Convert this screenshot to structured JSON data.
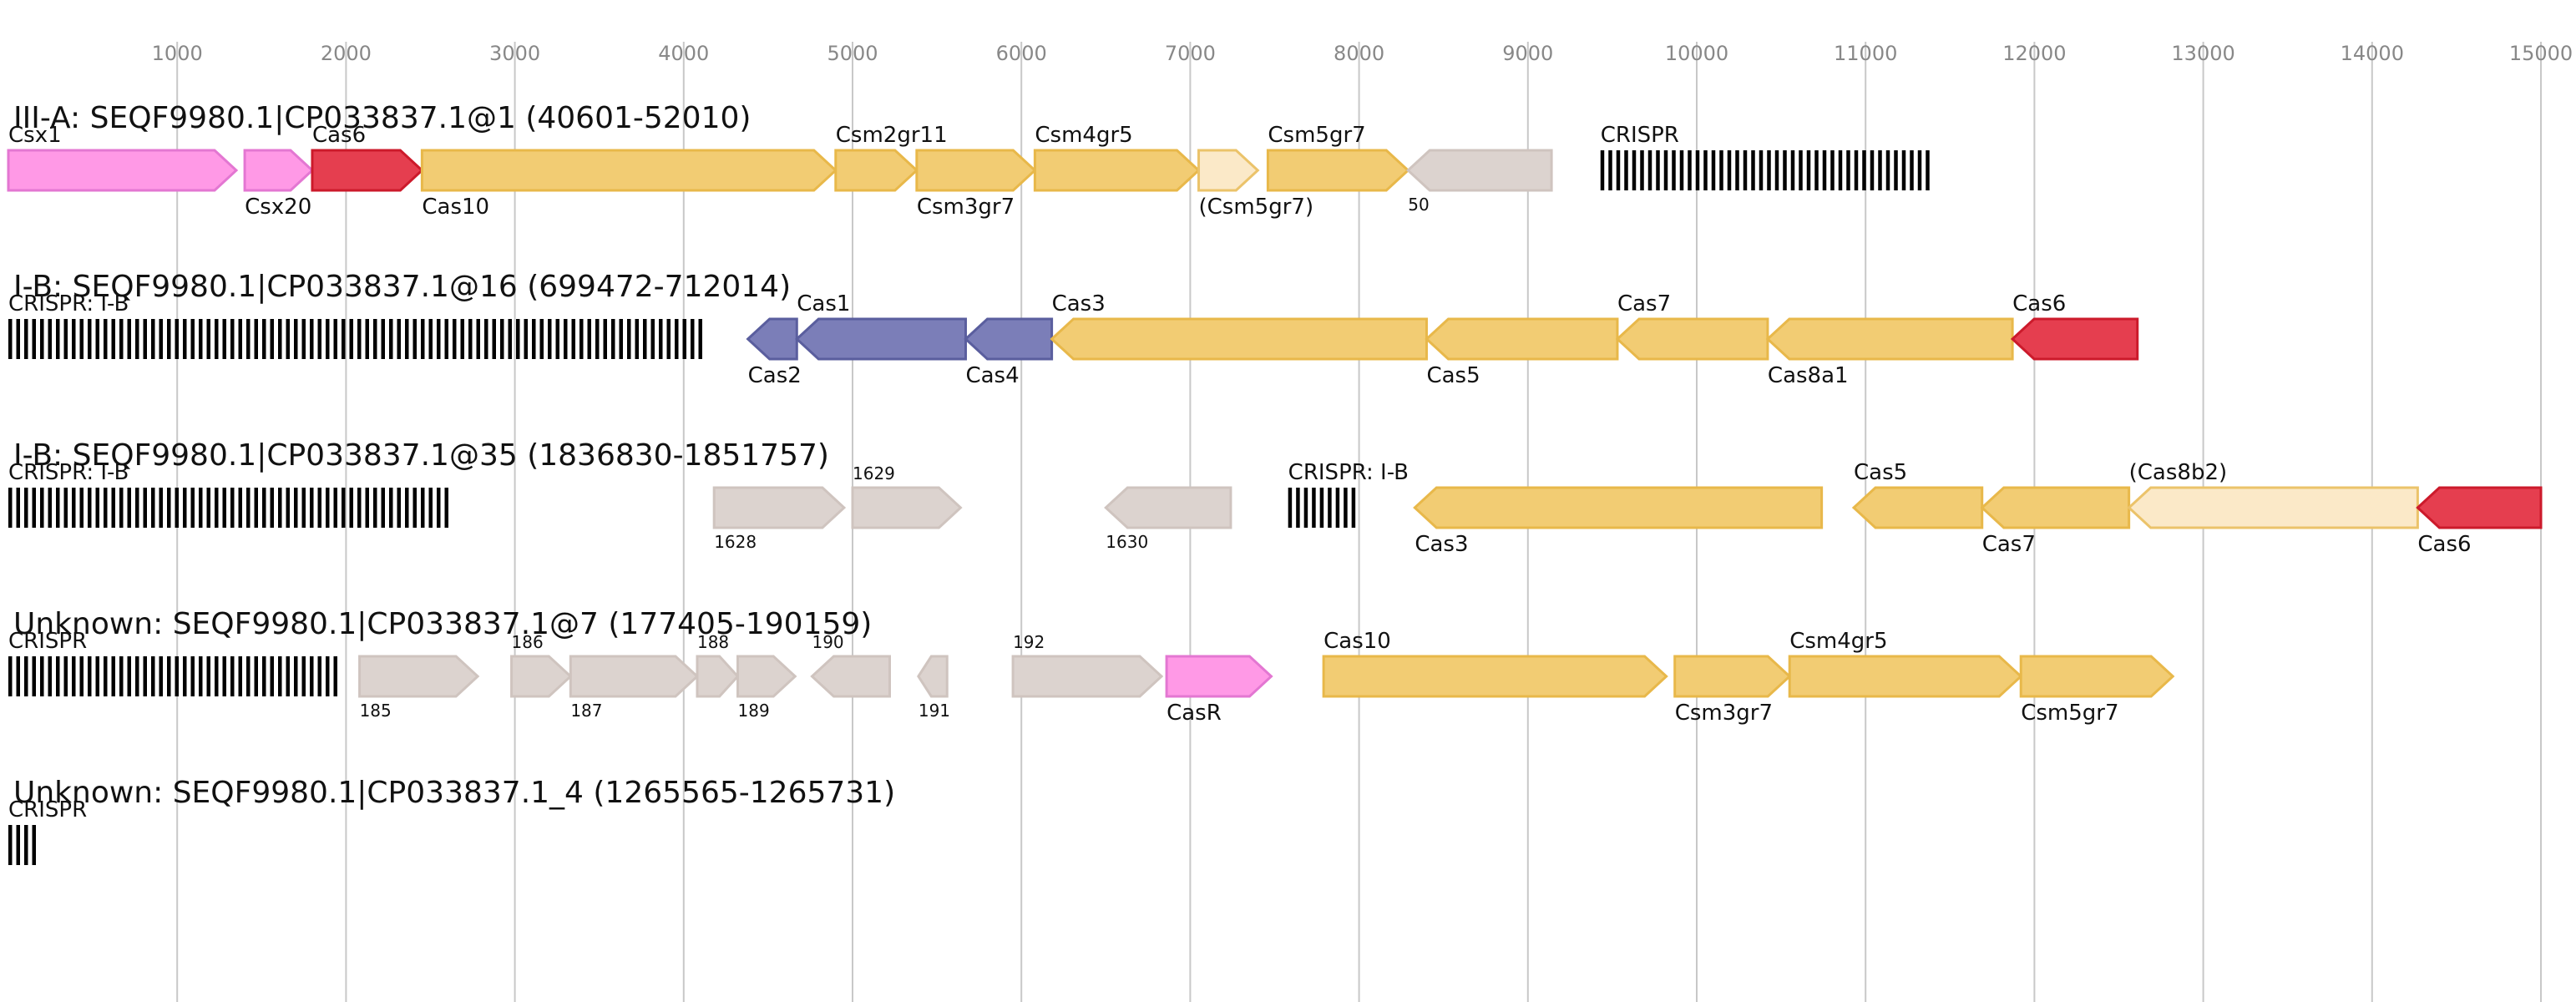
{
  "axis": {
    "ticks": [
      "1000",
      "2000",
      "3000",
      "4000",
      "5000",
      "6000",
      "7000",
      "8000",
      "9000",
      "10000",
      "11000",
      "12000",
      "13000",
      "14000",
      "15000"
    ],
    "colors": {
      "grid": "#c8c8c8",
      "tick_text": "#888888"
    }
  },
  "colors": {
    "pink": "#ff99e6",
    "pink_stroke": "#e377d2",
    "red": "#e53e4f",
    "red_stroke": "#cc1a2b",
    "gold": "#f2cc73",
    "gold_stroke": "#e8b84a",
    "gold_light": "#fbe9c8",
    "gold_light_stroke": "#ebc36a",
    "blue": "#7b7eb8",
    "blue_stroke": "#5a5e9e",
    "gray": "#dcd3cf",
    "gray_stroke": "#cfc4bf",
    "crispr": "#000000"
  },
  "tracks": [
    {
      "title": "III-A: SEQF9980.1|CP033837.1@1 (40601-52010)",
      "features": [
        {
          "label": "Csx1",
          "color": "pink",
          "strand": 1,
          "start": 0,
          "end": 1350
        },
        {
          "label": "Csx20",
          "color": "pink",
          "strand": 1,
          "start": 1400,
          "end": 1800
        },
        {
          "label": "Cas6",
          "color": "red",
          "strand": 1,
          "start": 1800,
          "end": 2450
        },
        {
          "label": "Cas10",
          "color": "gold",
          "strand": 1,
          "start": 2450,
          "end": 4900
        },
        {
          "label": "Csm2gr11",
          "color": "gold",
          "strand": 1,
          "start": 4900,
          "end": 5380
        },
        {
          "label": "Csm3gr7",
          "color": "gold",
          "strand": 1,
          "start": 5380,
          "end": 6080
        },
        {
          "label": "Csm4gr5",
          "color": "gold",
          "strand": 1,
          "start": 6080,
          "end": 7050
        },
        {
          "label": "(Csm5gr7)",
          "color": "gold_light",
          "strand": 1,
          "start": 7050,
          "end": 7400
        },
        {
          "label": "Csm5gr7",
          "color": "gold",
          "strand": 1,
          "start": 7460,
          "end": 8290
        },
        {
          "label": "50",
          "color": "gray",
          "strand": -1,
          "start": 8290,
          "end": 9140
        },
        {
          "label": "CRISPR",
          "type": "crispr",
          "start": 9430,
          "end": 11420
        }
      ]
    },
    {
      "title": "I-B: SEQF9980.1|CP033837.1@16 (699472-712014)",
      "features": [
        {
          "label": "CRISPR: I-B",
          "type": "crispr",
          "start": 0,
          "end": 4150
        },
        {
          "label": "Cas2",
          "color": "blue",
          "strand": -1,
          "start": 4380,
          "end": 4670
        },
        {
          "label": "Cas1",
          "color": "blue",
          "strand": -1,
          "start": 4670,
          "end": 5670
        },
        {
          "label": "Cas4",
          "color": "blue",
          "strand": -1,
          "start": 5670,
          "end": 6180
        },
        {
          "label": "Cas3",
          "color": "gold",
          "strand": -1,
          "start": 6180,
          "end": 8400
        },
        {
          "label": "Cas5",
          "color": "gold",
          "strand": -1,
          "start": 8400,
          "end": 9530
        },
        {
          "label": "Cas7",
          "color": "gold",
          "strand": -1,
          "start": 9530,
          "end": 10420
        },
        {
          "label": "Cas8a1",
          "color": "gold",
          "strand": -1,
          "start": 10420,
          "end": 11870
        },
        {
          "label": "Cas6",
          "color": "red",
          "strand": -1,
          "start": 11870,
          "end": 12610
        }
      ]
    },
    {
      "title": "I-B: SEQF9980.1|CP033837.1@35 (1836830-1851757)",
      "features": [
        {
          "label": "CRISPR: I-B",
          "type": "crispr",
          "start": 0,
          "end": 2620
        },
        {
          "label": "1628",
          "color": "gray",
          "strand": 1,
          "start": 4180,
          "end": 4950
        },
        {
          "label": "1629",
          "color": "gray",
          "strand": 1,
          "start": 5000,
          "end": 5640
        },
        {
          "label": "1630",
          "color": "gray",
          "strand": -1,
          "start": 6500,
          "end": 7240
        },
        {
          "label": "CRISPR: I-B",
          "type": "crispr",
          "start": 7580,
          "end": 8000
        },
        {
          "label": "Cas3",
          "color": "gold",
          "strand": -1,
          "start": 8330,
          "end": 10740
        },
        {
          "label": "Cas5",
          "color": "gold",
          "strand": -1,
          "start": 10930,
          "end": 11690
        },
        {
          "label": "Cas7",
          "color": "gold",
          "strand": -1,
          "start": 11690,
          "end": 12560
        },
        {
          "label": "(Cas8b2)",
          "color": "gold_light",
          "strand": -1,
          "start": 12560,
          "end": 14270
        },
        {
          "label": "Cas6",
          "color": "red",
          "strand": -1,
          "start": 14270,
          "end": 15000
        }
      ]
    },
    {
      "title": "Unknown: SEQF9980.1|CP033837.1@7 (177405-190159)",
      "features": [
        {
          "label": "CRISPR",
          "type": "crispr",
          "start": 0,
          "end": 1960
        },
        {
          "label": "185",
          "color": "gray",
          "strand": 1,
          "start": 2080,
          "end": 2780
        },
        {
          "label": "186",
          "color": "gray",
          "strand": 1,
          "start": 2980,
          "end": 3330
        },
        {
          "label": "187",
          "color": "gray",
          "strand": 1,
          "start": 3330,
          "end": 4080
        },
        {
          "label": "188",
          "color": "gray",
          "strand": 1,
          "start": 4080,
          "end": 4320
        },
        {
          "label": "189",
          "color": "gray",
          "strand": 1,
          "start": 4320,
          "end": 4660
        },
        {
          "label": "190",
          "color": "gray",
          "strand": -1,
          "start": 4760,
          "end": 5220
        },
        {
          "label": "191",
          "color": "gray",
          "strand": -1,
          "start": 5390,
          "end": 5560
        },
        {
          "label": "192",
          "color": "gray",
          "strand": 1,
          "start": 5950,
          "end": 6830
        },
        {
          "label": "CasR",
          "color": "pink",
          "strand": 1,
          "start": 6860,
          "end": 7480
        },
        {
          "label": "Cas10",
          "color": "gold",
          "strand": 1,
          "start": 7790,
          "end": 9820
        },
        {
          "label": "Csm3gr7",
          "color": "gold",
          "strand": 1,
          "start": 9870,
          "end": 10550
        },
        {
          "label": "Csm4gr5",
          "color": "gold",
          "strand": 1,
          "start": 10550,
          "end": 11920
        },
        {
          "label": "Csm5gr7",
          "color": "gold",
          "strand": 1,
          "start": 11920,
          "end": 12820
        }
      ]
    },
    {
      "title": "Unknown: SEQF9980.1|CP033837.1_4 (1265565-1265731)",
      "features": [
        {
          "label": "CRISPR",
          "type": "crispr",
          "start": 0,
          "end": 170
        }
      ]
    }
  ]
}
